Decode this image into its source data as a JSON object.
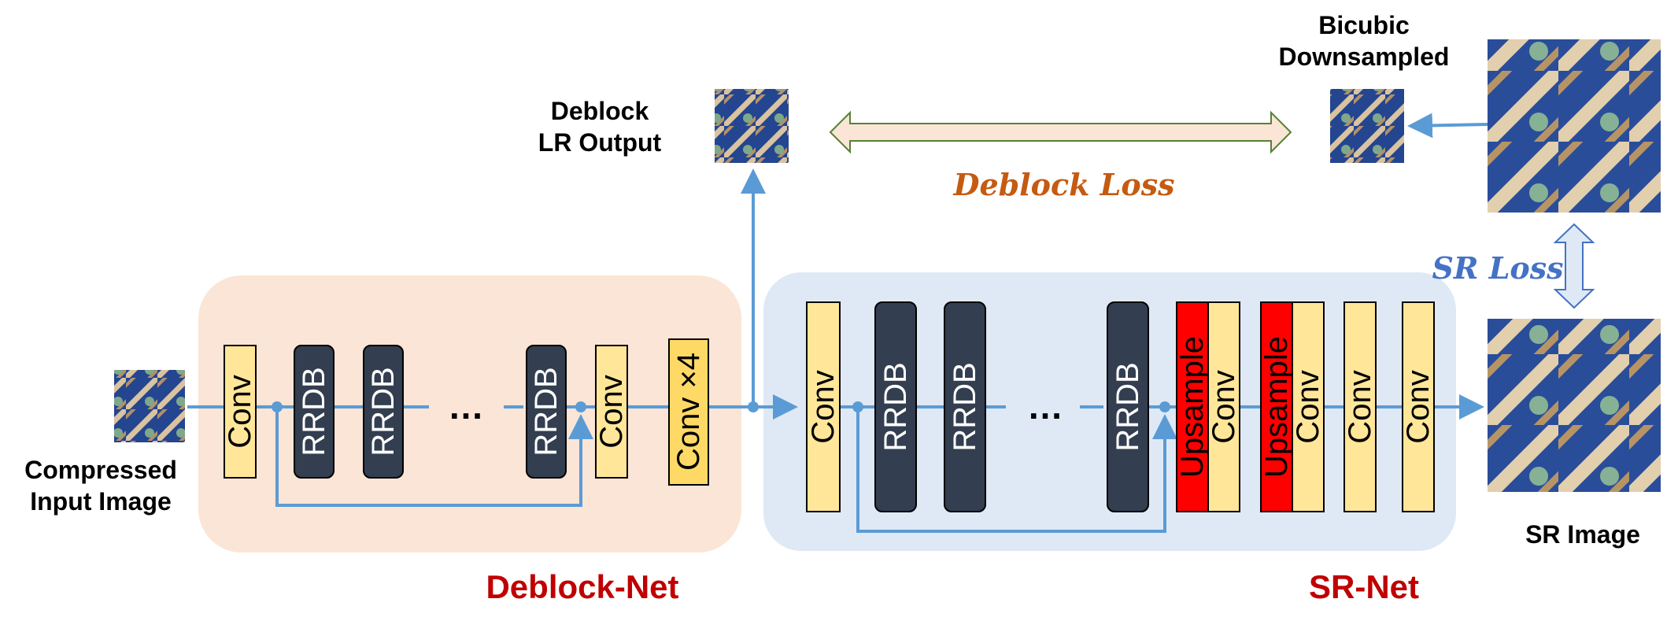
{
  "labels": {
    "compressed_line1": "Compressed",
    "compressed_line2": "Input Image",
    "deblock_line1": "Deblock",
    "deblock_line2": "LR Output",
    "bicubic_line1": "Bicubic",
    "bicubic_line2": "Downsampled",
    "sr_image": "SR Image"
  },
  "losses": {
    "deblock_loss": "Deblock Loss",
    "sr_loss": "SR Loss"
  },
  "nets": {
    "deblock_net": "Deblock-Net",
    "sr_net": "SR-Net"
  },
  "blocks": {
    "conv": "Conv",
    "rrdb": "RRDB",
    "conv_x4": "Conv ×4",
    "upsample": "Upsample",
    "ellipsis": "…"
  },
  "colors": {
    "deblock_region": "#fbe5d6",
    "sr_region": "#dfe9f5",
    "conv_block": "#ffe699",
    "conv_x4_block": "#ffd966",
    "rrdb_block": "#333f50",
    "upsample_block": "#ff0000",
    "arrow": "#5b9bd5",
    "deblock_loss_text": "#c55a11",
    "sr_loss_text": "#4472c4",
    "net_title": "#c00000"
  }
}
